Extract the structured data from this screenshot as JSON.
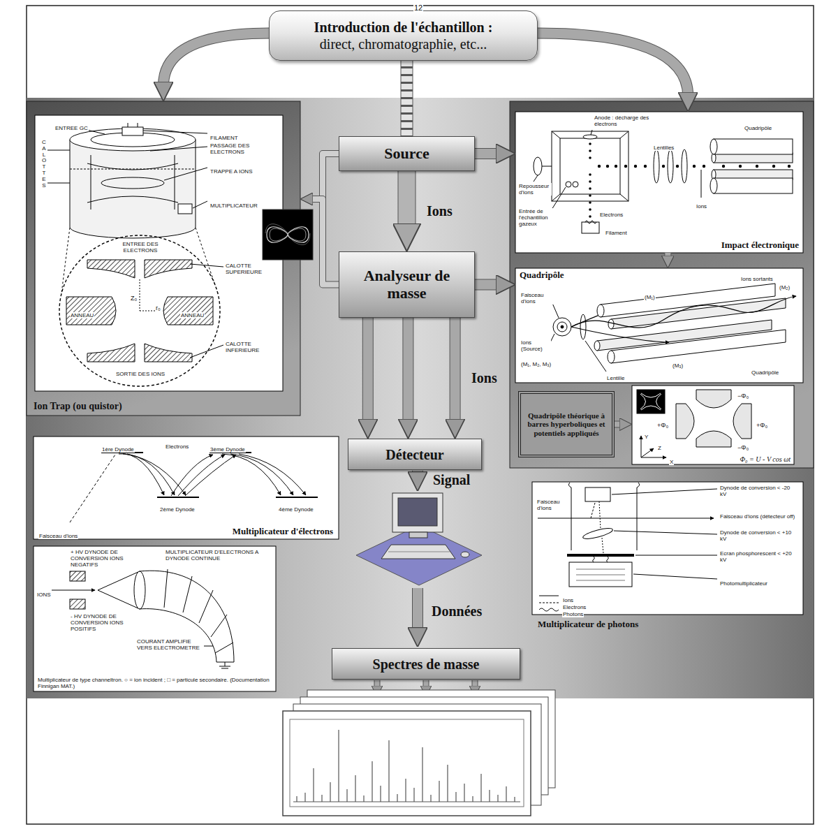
{
  "diagram": {
    "nodes": [
      {
        "text": [
          "Introduction de l'échantillon :",
          "direct, chromatographie, etc..."
        ]
      },
      {
        "text": [
          "Ion Trap (ou quistor)"
        ]
      },
      {
        "text": [
          "Source"
        ]
      },
      {
        "text": [
          "Impact électronique"
        ]
      },
      {
        "text": [
          "Analyseur de masse"
        ]
      },
      {
        "text": [
          "Quadripôle"
        ]
      },
      {
        "text": [
          "Quadripôle théorique à barres hyperboliques et potentiels appliqués"
        ]
      },
      {
        "text": [
          "Φ₀ = U - V cos ωt"
        ]
      },
      {
        "text": [
          "Détecteur"
        ]
      },
      {
        "text": [
          "Multiplicateur d'électrons"
        ]
      },
      {
        "text": [
          "Multiplicateur de photons"
        ]
      },
      {
        "text": [
          "Multiplicateur de type channeltron. ○ = ion incident ; □ = particule secondaire. (Documentation Finnigan MAT.)"
        ]
      },
      {
        "text": [
          "Spectres de masse"
        ]
      }
    ],
    "edges": [
      {
        "from": 0,
        "to": 2,
        "arrow": "none"
      },
      {
        "from": 0,
        "to": 1,
        "arrow": "to"
      },
      {
        "from": 0,
        "to": 3,
        "arrow": "to"
      },
      {
        "from": 2,
        "to": 4,
        "label": "Ions",
        "arrow": "to"
      },
      {
        "from": 2,
        "to": 3,
        "arrow": "to"
      },
      {
        "from": 4,
        "to": 5,
        "arrow": "to"
      },
      {
        "from": 2,
        "to": 1,
        "arrow": "to"
      },
      {
        "from": 4,
        "to": 1,
        "arrow": "to"
      },
      {
        "from": 4,
        "to": 8,
        "label": "Ions",
        "arrow": "to"
      },
      {
        "from": 3,
        "to": 5,
        "arrow": "to"
      },
      {
        "from": 6,
        "to": 7,
        "arrow": "to"
      }
    ],
    "labels": [
      "12",
      "ENTREE GC",
      "FILAMENT",
      "PASSAGE DES ELECTRONS",
      "TRAPPE A IONS",
      "CALOTTES",
      "MULTIPLICATEUR",
      "ENTREE DES ELECTRONS",
      "CALOTTE SUPERIEURE",
      "ANNEAU",
      "ANNEAU",
      "Z₀",
      "r₀",
      "CALOTTE INFERIEURE",
      "SORTIE DES IONS",
      "Anode : décharge des électrons",
      "Quadripôle",
      "Lentilles",
      "Repousseur d'ions",
      "Ions",
      "Entrée de l'échantillon gazeux",
      "Electrons",
      "Filament",
      "Ions sortants",
      "(M₂)",
      "(M₁)",
      "Faisceau d'ions",
      "(M₃)",
      "Ions (Source)",
      "(M₁, M₂, M₃)",
      "Quadripôle",
      "Lentille",
      "−Φ₀",
      "+Φ₀",
      "+Φ₀",
      "−Φ₀",
      "Y",
      "Z",
      "X",
      "1ère Dynode",
      "Electrons",
      "3ème Dynode",
      "2ème Dynode",
      "4ème Dynode",
      "Faisceau d'ions",
      "+ HV DYNODE DE CONVERSION IONS NEGATIFS",
      "MULTIPLICATEUR D'ELECTRONS A DYNODE CONTINUE",
      "IONS",
      "- HV DYNODE DE CONVERSION IONS POSITIFS",
      "COURANT AMPLIFIE VERS ELECTROMETRE",
      "Dynode de conversion < -20 kV",
      "Faisceau d'ions",
      "Faisceau d'ions (détecteur off)",
      "Dynode de conversion < +10 kV",
      "Ecran phosphorescent < +20 kV",
      "Photomultiplicateur",
      "Signal",
      "Données"
    ],
    "legend": [
      {
        "text": "Ions"
      },
      {
        "text": "Electrons"
      },
      {
        "text": "Photons"
      }
    ]
  }
}
